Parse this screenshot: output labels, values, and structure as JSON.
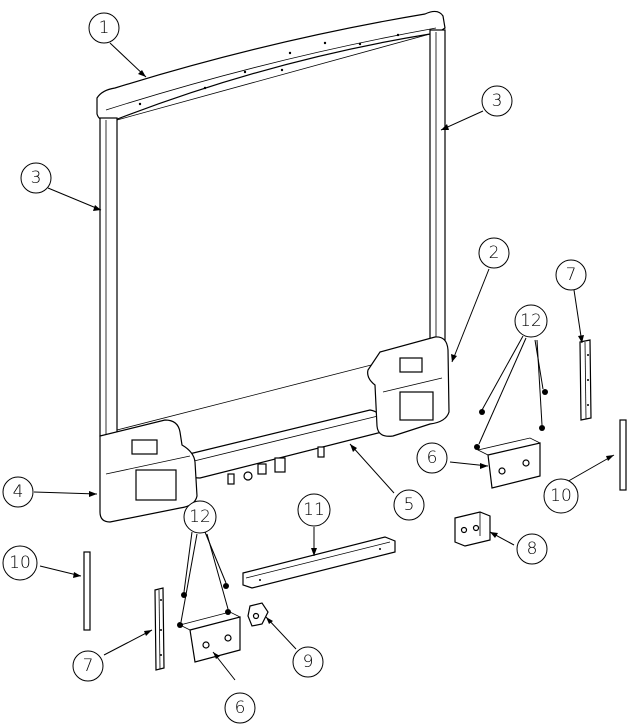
{
  "callouts": [
    {
      "id": "c1",
      "label": "1"
    },
    {
      "id": "c2",
      "label": "2"
    },
    {
      "id": "c3a",
      "label": "3"
    },
    {
      "id": "c3b",
      "label": "3"
    },
    {
      "id": "c4",
      "label": "4"
    },
    {
      "id": "c5",
      "label": "5"
    },
    {
      "id": "c6a",
      "label": "6"
    },
    {
      "id": "c6b",
      "label": "6"
    },
    {
      "id": "c7a",
      "label": "7"
    },
    {
      "id": "c7b",
      "label": "7"
    },
    {
      "id": "c8",
      "label": "8"
    },
    {
      "id": "c9",
      "label": "9"
    },
    {
      "id": "c10a",
      "label": "10"
    },
    {
      "id": "c10b",
      "label": "10"
    },
    {
      "id": "c11",
      "label": "11"
    },
    {
      "id": "c12a",
      "label": "12"
    },
    {
      "id": "c12b",
      "label": "12"
    }
  ],
  "colors": {
    "line": "#000000",
    "background": "#ffffff"
  }
}
